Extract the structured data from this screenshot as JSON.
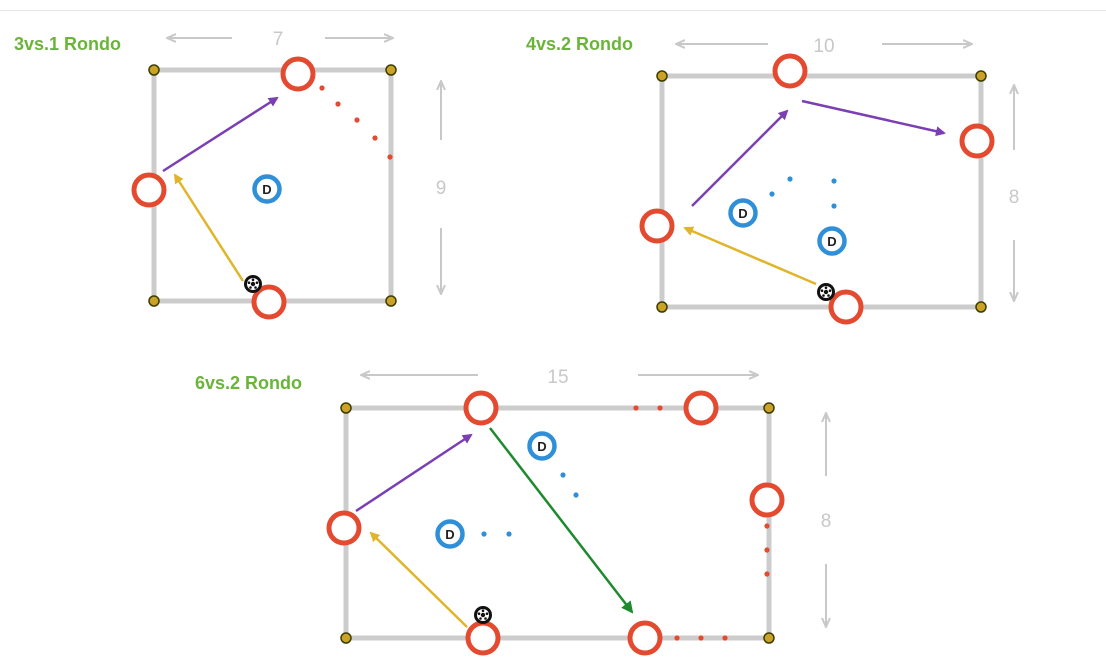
{
  "diagrams": [
    {
      "title": "3vs.1 Rondo",
      "width_label": "7",
      "height_label": "9",
      "defender_label": "D"
    },
    {
      "title": "4vs.2 Rondo",
      "width_label": "10",
      "height_label": "8",
      "defender_label": "D"
    },
    {
      "title": "6vs.2 Rondo",
      "width_label": "15",
      "height_label": "8",
      "defender_label": "D"
    }
  ],
  "colors": {
    "field_line": "#cccccc",
    "corner_cone": "#c9a227",
    "attacker": "#e34a2f",
    "defender": "#2f8fd8",
    "pass_purple": "#7b3fb3",
    "pass_yellow": "#e0b52a",
    "pass_green": "#1e8a2e",
    "dimension": "#c8c8c8",
    "title": "#6ab43a"
  },
  "icons": [
    "ball-icon",
    "corner-cone-icon",
    "arrow-icon"
  ]
}
